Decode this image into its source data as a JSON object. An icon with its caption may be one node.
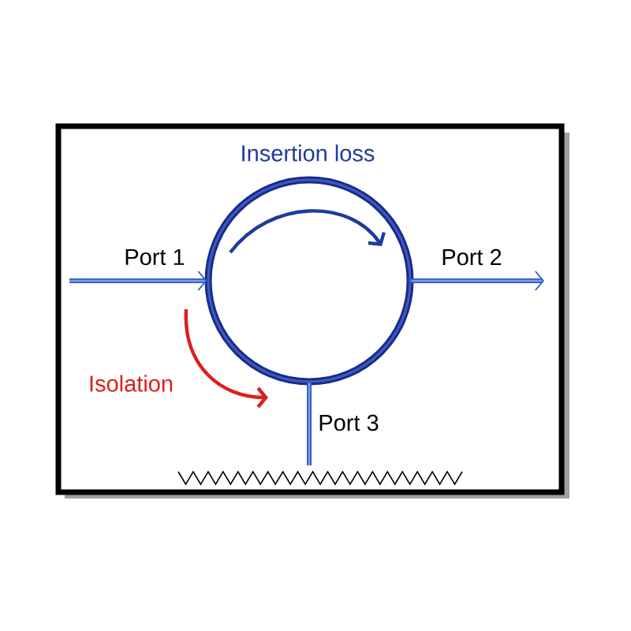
{
  "diagram": {
    "nodes": [
      {
        "text": [],
        "shape": "circle",
        "beside": [
          "Insertion loss"
        ]
      },
      {
        "text": [],
        "shape": "zigzag"
      }
    ],
    "edges": [
      {
        "from": null,
        "to": 0,
        "arrow": "to",
        "label": "Port 1"
      },
      {
        "from": 0,
        "to": null,
        "arrow": "to",
        "label": "Port 2"
      },
      {
        "from": 0,
        "to": 1,
        "arrow": "none",
        "label": "Port 3"
      }
    ],
    "labels": [
      "Isolation"
    ]
  }
}
